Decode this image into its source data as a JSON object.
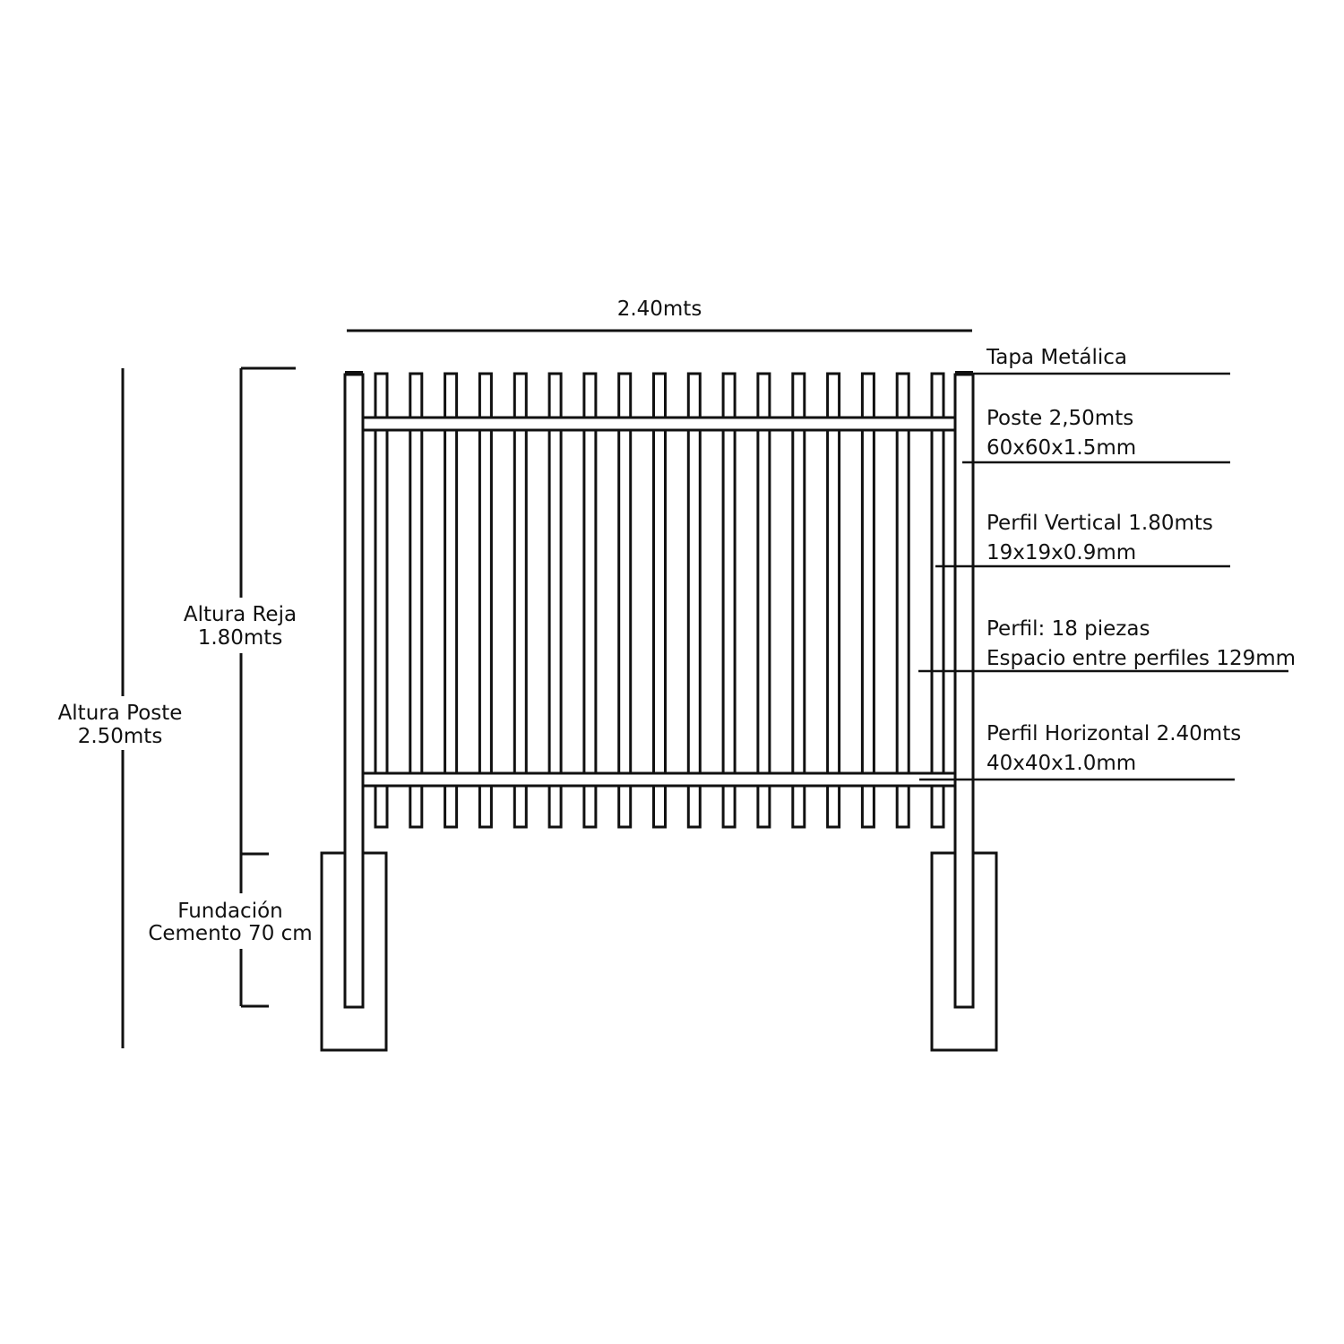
{
  "labels": {
    "width": "2.40mts",
    "cap": "Tapa Metálica",
    "post_line1": "Poste 2,50mts",
    "post_line2": "60x60x1.5mm",
    "vertical_line1": "Perfil Vertical 1.80mts",
    "vertical_line2": "19x19x0.9mm",
    "count_line1": "Perfil: 18 piezas",
    "count_line2": "Espacio entre perfiles 129mm",
    "horizontal_line1": "Perfil Horizontal 2.40mts",
    "horizontal_line2": "40x40x1.0mm",
    "fence_height_line1": "Altura Reja",
    "fence_height_line2": "1.80mts",
    "post_height_line1": "Altura Poste",
    "post_height_line2": "2.50mts",
    "foundation_line1": "Fundación",
    "foundation_line2": "Cemento 70 cm"
  },
  "fence": {
    "vertical_bar_count": 17
  },
  "colors": {
    "stroke": "#111111",
    "background": "#ffffff"
  }
}
